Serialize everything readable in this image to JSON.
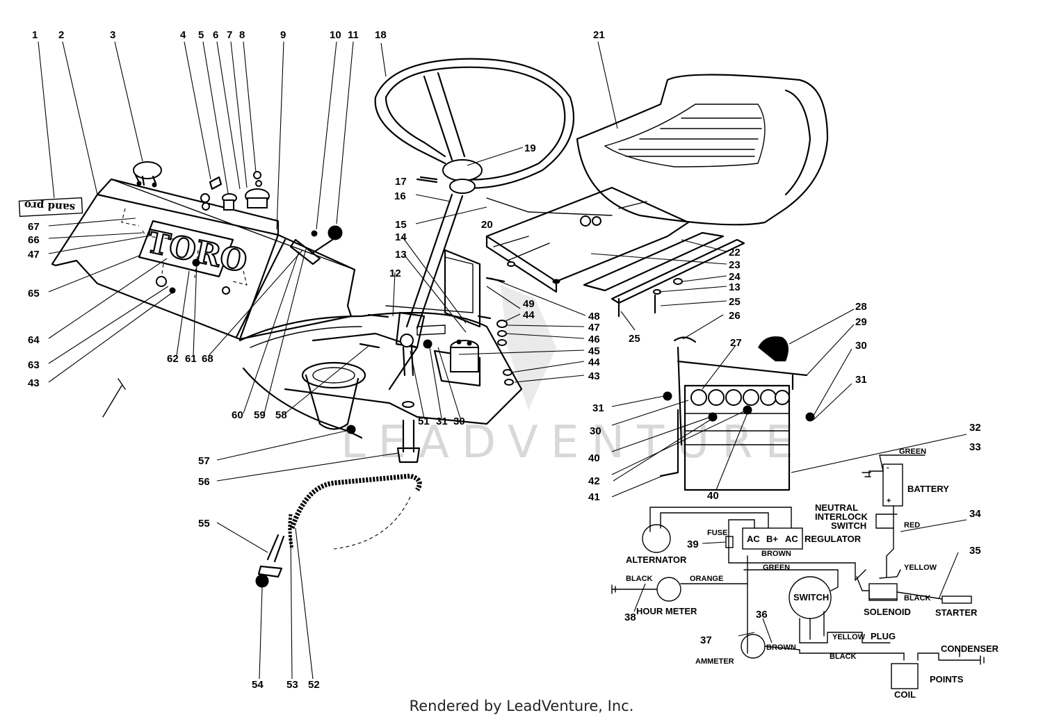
{
  "callouts": {
    "c1": "1",
    "c2": "2",
    "c3": "3",
    "c4": "4",
    "c5": "5",
    "c6": "6",
    "c7": "7",
    "c8": "8",
    "c9": "9",
    "c10": "10",
    "c11": "11",
    "c12": "12",
    "c13": "13",
    "c13b": "13",
    "c14": "14",
    "c15": "15",
    "c16": "16",
    "c17": "17",
    "c18": "18",
    "c19": "19",
    "c20": "20",
    "c21": "21",
    "c22": "22",
    "c23": "23",
    "c24": "24",
    "c25": "25",
    "c25b": "25",
    "c26": "26",
    "c27": "27",
    "c28": "28",
    "c29": "29",
    "c30": "30",
    "c30b": "30",
    "c30c": "30",
    "c31": "31",
    "c31b": "31",
    "c31c": "31",
    "c32": "32",
    "c33": "33",
    "c34": "34",
    "c35": "35",
    "c36": "36",
    "c37": "37",
    "c38": "38",
    "c39": "39",
    "c40": "40",
    "c40b": "40",
    "c41": "41",
    "c42": "42",
    "c43": "43",
    "c43b": "43",
    "c44": "44",
    "c44b": "44",
    "c45": "45",
    "c46": "46",
    "c47": "47",
    "c47b": "47",
    "c48": "48",
    "c49": "49",
    "c51": "51",
    "c52": "52",
    "c53": "53",
    "c54": "54",
    "c55": "55",
    "c56": "56",
    "c57": "57",
    "c58": "58",
    "c59": "59",
    "c60": "60",
    "c61": "61",
    "c62": "62",
    "c63": "63",
    "c64": "64",
    "c65": "65",
    "c66": "66",
    "c67": "67",
    "c68": "68"
  },
  "decals": {
    "brand": "TORO",
    "sand_pro": "sand pro"
  },
  "wiring": {
    "battery": "BATTERY",
    "green_top": "GREEN",
    "neutral_interlock": [
      "NEUTRAL",
      "INTERLOCK",
      "SWITCH"
    ],
    "red": "RED",
    "fuse": "FUSE",
    "ac1": "AC",
    "bplus": "B+",
    "ac2": "AC",
    "regulator": "REGULATOR",
    "alternator": "ALTERNATOR",
    "brown_top": "BROWN",
    "green_mid": "GREEN",
    "yellow_right": "YELLOW",
    "black_left": "BLACK",
    "orange": "ORANGE",
    "switch": "SWITCH",
    "black_solenoid": "BLACK",
    "solenoid": "SOLENOID",
    "starter": "STARTER",
    "hour_meter": "HOUR METER",
    "yellow_plug": "YELLOW",
    "plug": "PLUG",
    "brown_ammeter": "BROWN",
    "ammeter": "AMMETER",
    "black_bottom": "BLACK",
    "condenser": "CONDENSER",
    "points": "POINTS",
    "coil": "COIL"
  },
  "watermark": "LEADVENTURE",
  "credit": "Rendered by LeadVenture, Inc."
}
